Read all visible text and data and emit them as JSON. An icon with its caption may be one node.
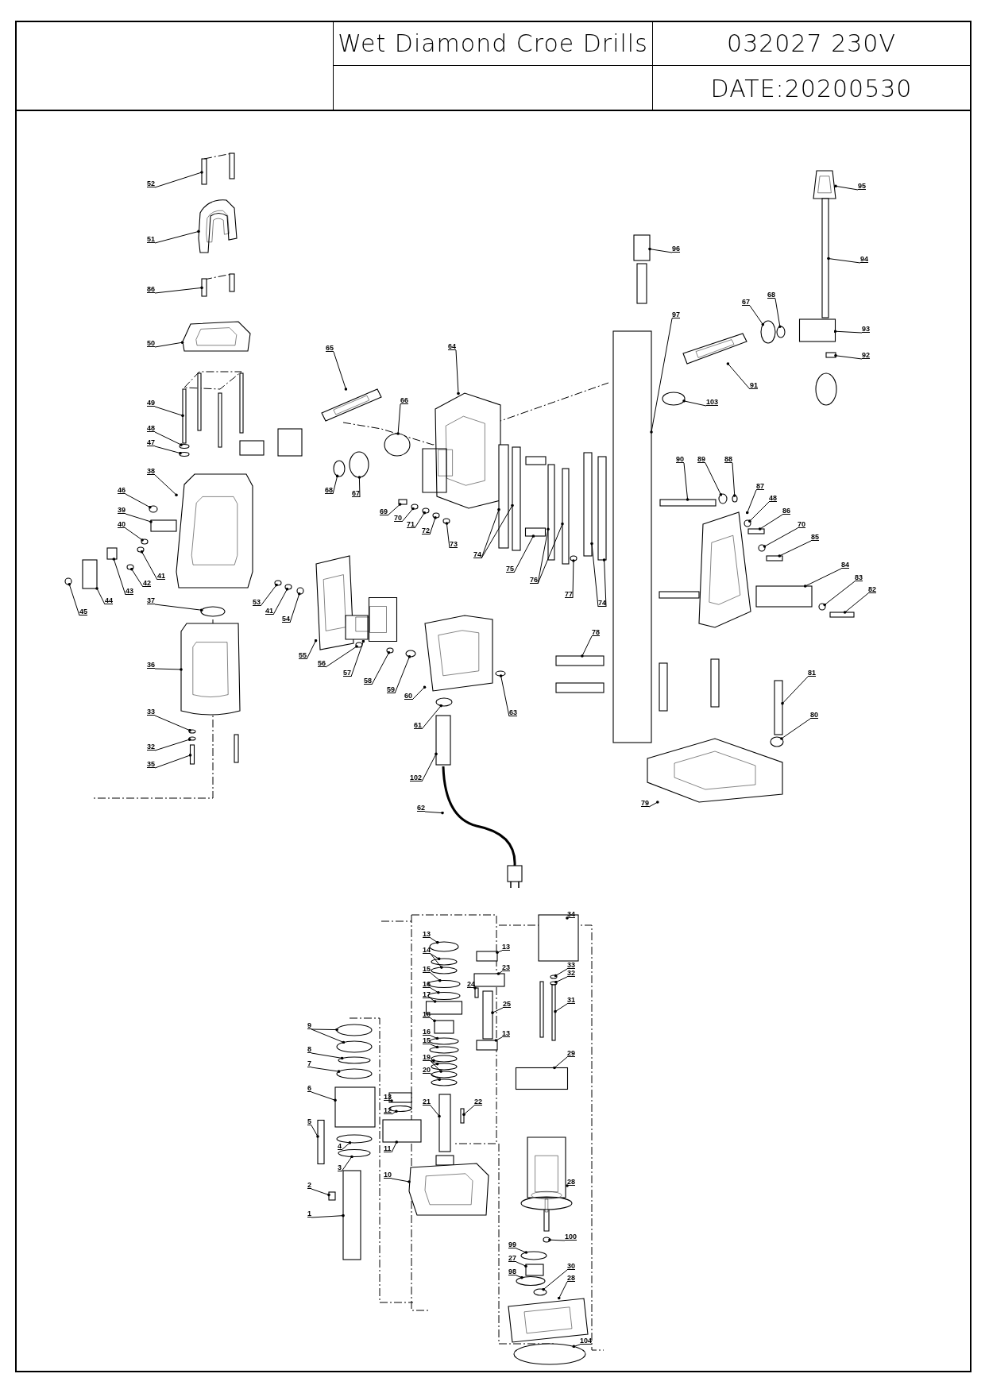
{
  "diagram": {
    "title": "Wet Diamond Croe Drills",
    "nodes": [
      {
        "text": [
          "52"
        ]
      },
      {
        "text": [
          "51"
        ]
      },
      {
        "text": [
          "86"
        ]
      },
      {
        "text": [
          "50"
        ]
      },
      {
        "text": [
          "49"
        ]
      },
      {
        "text": [
          "48"
        ]
      },
      {
        "text": [
          "47"
        ]
      },
      {
        "text": [
          "38"
        ]
      },
      {
        "text": [
          "46"
        ]
      },
      {
        "text": [
          "39"
        ]
      },
      {
        "text": [
          "40"
        ]
      },
      {
        "text": [
          "41"
        ]
      },
      {
        "text": [
          "42"
        ]
      },
      {
        "text": [
          "43"
        ]
      },
      {
        "text": [
          "44"
        ]
      },
      {
        "text": [
          "45"
        ]
      },
      {
        "text": [
          "37"
        ]
      },
      {
        "text": [
          "36"
        ]
      },
      {
        "text": [
          "33"
        ]
      },
      {
        "text": [
          "32"
        ]
      },
      {
        "text": [
          "35"
        ]
      },
      {
        "text": [
          "53"
        ]
      },
      {
        "text": [
          "41"
        ]
      },
      {
        "text": [
          "54"
        ]
      },
      {
        "text": [
          "55"
        ]
      },
      {
        "text": [
          "56"
        ]
      },
      {
        "text": [
          "57"
        ]
      },
      {
        "text": [
          "58"
        ]
      },
      {
        "text": [
          "59"
        ]
      },
      {
        "text": [
          "60"
        ]
      },
      {
        "text": [
          "61"
        ]
      },
      {
        "text": [
          "102"
        ]
      },
      {
        "text": [
          "65"
        ]
      },
      {
        "text": [
          "64"
        ]
      },
      {
        "text": [
          "66"
        ]
      },
      {
        "text": [
          "68"
        ]
      },
      {
        "text": [
          "67"
        ]
      },
      {
        "text": [
          "69"
        ]
      },
      {
        "text": [
          "70"
        ]
      },
      {
        "text": [
          "71"
        ]
      },
      {
        "text": [
          "72"
        ]
      },
      {
        "text": [
          "73"
        ]
      },
      {
        "text": [
          "74"
        ]
      },
      {
        "text": [
          "75"
        ]
      },
      {
        "text": [
          "76"
        ]
      },
      {
        "text": [
          "77"
        ]
      },
      {
        "text": [
          "74"
        ]
      },
      {
        "text": [
          "78"
        ]
      },
      {
        "text": [
          "63"
        ]
      },
      {
        "text": [
          "62"
        ]
      },
      {
        "text": [
          "79"
        ]
      },
      {
        "text": [
          "80"
        ]
      },
      {
        "text": [
          "81"
        ]
      },
      {
        "text": [
          "82"
        ]
      },
      {
        "text": [
          "83"
        ]
      },
      {
        "text": [
          "84"
        ]
      },
      {
        "text": [
          "85"
        ]
      },
      {
        "text": [
          "70"
        ]
      },
      {
        "text": [
          "86"
        ]
      },
      {
        "text": [
          "48"
        ]
      },
      {
        "text": [
          "87"
        ]
      },
      {
        "text": [
          "88"
        ]
      },
      {
        "text": [
          "89"
        ]
      },
      {
        "text": [
          "90"
        ]
      },
      {
        "text": [
          "96"
        ]
      },
      {
        "text": [
          "97"
        ]
      },
      {
        "text": [
          "95"
        ]
      },
      {
        "text": [
          "94"
        ]
      },
      {
        "text": [
          "67"
        ]
      },
      {
        "text": [
          "68"
        ]
      },
      {
        "text": [
          "93"
        ]
      },
      {
        "text": [
          "92"
        ]
      },
      {
        "text": [
          "91"
        ]
      },
      {
        "text": [
          "103"
        ]
      },
      {
        "text": [
          "9"
        ]
      },
      {
        "text": [
          "8"
        ]
      },
      {
        "text": [
          "7"
        ]
      },
      {
        "text": [
          "6"
        ]
      },
      {
        "text": [
          "5"
        ]
      },
      {
        "text": [
          "4"
        ]
      },
      {
        "text": [
          "3"
        ]
      },
      {
        "text": [
          "2"
        ]
      },
      {
        "text": [
          "1"
        ]
      },
      {
        "text": [
          "13"
        ]
      },
      {
        "text": [
          "12"
        ]
      },
      {
        "text": [
          "11"
        ]
      },
      {
        "text": [
          "10"
        ]
      },
      {
        "text": [
          "13"
        ]
      },
      {
        "text": [
          "14"
        ]
      },
      {
        "text": [
          "15"
        ]
      },
      {
        "text": [
          "16"
        ]
      },
      {
        "text": [
          "17"
        ]
      },
      {
        "text": [
          "18"
        ]
      },
      {
        "text": [
          "16"
        ]
      },
      {
        "text": [
          "15"
        ]
      },
      {
        "text": [
          "19"
        ]
      },
      {
        "text": [
          "20"
        ]
      },
      {
        "text": [
          "21"
        ]
      },
      {
        "text": [
          "22"
        ]
      },
      {
        "text": [
          "13"
        ]
      },
      {
        "text": [
          "23"
        ]
      },
      {
        "text": [
          "24"
        ]
      },
      {
        "text": [
          "25"
        ]
      },
      {
        "text": [
          "13"
        ]
      },
      {
        "text": [
          "34"
        ]
      },
      {
        "text": [
          "33"
        ]
      },
      {
        "text": [
          "32"
        ]
      },
      {
        "text": [
          "31"
        ]
      },
      {
        "text": [
          "29"
        ]
      },
      {
        "text": [
          "28"
        ]
      },
      {
        "text": [
          "100"
        ]
      },
      {
        "text": [
          "99"
        ]
      },
      {
        "text": [
          "27"
        ]
      },
      {
        "text": [
          "98"
        ]
      },
      {
        "text": [
          "30"
        ]
      },
      {
        "text": [
          "28"
        ]
      },
      {
        "text": [
          "104"
        ]
      },
      {
        "text": [],
        "shape": "box"
      },
      {
        "text": [],
        "shape": "picture"
      },
      {
        "text": [],
        "shape": "box"
      },
      {
        "text": [],
        "shape": "picture"
      },
      {
        "text": [],
        "shape": "box"
      },
      {
        "text": [],
        "shape": "circle"
      },
      {
        "text": [],
        "shape": "circle"
      },
      {
        "text": [],
        "shape": "picture"
      },
      {
        "text": [],
        "shape": "circle"
      },
      {
        "text": [],
        "shape": "box"
      },
      {
        "text": [],
        "shape": "circle"
      },
      {
        "text": [],
        "shape": "circle"
      },
      {
        "text": [],
        "shape": "circle"
      },
      {
        "text": [],
        "shape": "box"
      },
      {
        "text": [],
        "shape": "box"
      },
      {
        "text": [],
        "shape": "circle"
      },
      {
        "text": [],
        "shape": "circle"
      },
      {
        "text": [],
        "shape": "picture"
      },
      {
        "text": [],
        "shape": "circle"
      },
      {
        "text": [],
        "shape": "circle"
      },
      {
        "text": [],
        "shape": "box"
      },
      {
        "text": [],
        "shape": "circle"
      },
      {
        "text": [],
        "shape": "circle"
      },
      {
        "text": [],
        "shape": "circle"
      },
      {
        "text": [],
        "shape": "picture"
      },
      {
        "text": [],
        "shape": "circle"
      },
      {
        "text": [],
        "shape": "picture"
      },
      {
        "text": [],
        "shape": "circle"
      },
      {
        "text": [],
        "shape": "circle"
      },
      {
        "text": [],
        "shape": "picture"
      },
      {
        "text": [],
        "shape": "circle"
      },
      {
        "text": [],
        "shape": "box"
      },
      {
        "text": [],
        "shape": "picture"
      },
      {
        "text": [],
        "shape": "picture"
      },
      {
        "text": [],
        "shape": "circle"
      },
      {
        "text": [],
        "shape": "circle"
      },
      {
        "text": [],
        "shape": "circle"
      },
      {
        "text": [],
        "shape": "box"
      },
      {
        "text": [],
        "shape": "circle"
      },
      {
        "text": [],
        "shape": "circle"
      },
      {
        "text": [],
        "shape": "circle"
      },
      {
        "text": [],
        "shape": "circle"
      },
      {
        "text": [],
        "shape": "box"
      },
      {
        "text": [],
        "shape": "box"
      },
      {
        "text": [],
        "shape": "box"
      },
      {
        "text": [],
        "shape": "box"
      },
      {
        "text": [],
        "shape": "box"
      },
      {
        "text": [],
        "shape": "circle"
      },
      {
        "text": [],
        "shape": "box"
      },
      {
        "text": [],
        "shape": "box"
      },
      {
        "text": [],
        "shape": "box"
      },
      {
        "text": [],
        "shape": "circle"
      },
      {
        "text": [],
        "shape": "picture"
      },
      {
        "text": [],
        "shape": "picture"
      },
      {
        "text": [],
        "shape": "circle"
      },
      {
        "text": [],
        "shape": "box"
      },
      {
        "text": [],
        "shape": "box"
      },
      {
        "text": [],
        "shape": "circle"
      },
      {
        "text": [],
        "shape": "box"
      },
      {
        "text": [],
        "shape": "box"
      },
      {
        "text": [],
        "shape": "circle"
      },
      {
        "text": [],
        "shape": "box"
      },
      {
        "text": [],
        "shape": "circle"
      },
      {
        "text": [],
        "shape": "picture"
      },
      {
        "text": [],
        "shape": "circle"
      },
      {
        "text": [],
        "shape": "circle"
      },
      {
        "text": [],
        "shape": "box"
      },
      {
        "text": [],
        "shape": "box"
      },
      {
        "text": [],
        "shape": "box"
      },
      {
        "text": [],
        "shape": "picture"
      },
      {
        "text": [],
        "shape": "box"
      },
      {
        "text": [],
        "shape": "circle"
      },
      {
        "text": [],
        "shape": "circle"
      },
      {
        "text": [],
        "shape": "box"
      },
      {
        "text": [],
        "shape": "box"
      },
      {
        "text": [],
        "shape": "picture"
      },
      {
        "text": [],
        "shape": "circle"
      },
      {
        "text": [],
        "shape": "circle"
      },
      {
        "text": [],
        "shape": "circle"
      },
      {
        "text": [],
        "shape": "circle"
      },
      {
        "text": [],
        "shape": "circle"
      },
      {
        "text": [],
        "shape": "box"
      },
      {
        "text": [],
        "shape": "box"
      },
      {
        "text": [],
        "shape": "circle"
      },
      {
        "text": [],
        "shape": "circle"
      },
      {
        "text": [],
        "shape": "box"
      },
      {
        "text": [],
        "shape": "box"
      },
      {
        "text": [],
        "shape": "box"
      },
      {
        "text": [],
        "shape": "circle"
      },
      {
        "text": [],
        "shape": "box"
      },
      {
        "text": [],
        "shape": "picture"
      },
      {
        "text": [],
        "shape": "circle"
      },
      {
        "text": [],
        "shape": "circle"
      },
      {
        "text": [],
        "shape": "circle"
      },
      {
        "text": [],
        "shape": "circle"
      },
      {
        "text": [],
        "shape": "circle"
      },
      {
        "text": [],
        "shape": "box"
      },
      {
        "text": [],
        "shape": "box"
      },
      {
        "text": [],
        "shape": "circle"
      },
      {
        "text": [],
        "shape": "circle"
      },
      {
        "text": [],
        "shape": "circle"
      },
      {
        "text": [],
        "shape": "circle"
      },
      {
        "text": [],
        "shape": "circle"
      },
      {
        "text": [],
        "shape": "circle"
      },
      {
        "text": [],
        "shape": "box"
      },
      {
        "text": [],
        "shape": "box"
      },
      {
        "text": [],
        "shape": "box"
      },
      {
        "text": [],
        "shape": "box"
      },
      {
        "text": [],
        "shape": "box"
      },
      {
        "text": [],
        "shape": "box"
      },
      {
        "text": [],
        "shape": "box"
      },
      {
        "text": [],
        "shape": "box"
      },
      {
        "text": [],
        "shape": "circle"
      },
      {
        "text": [],
        "shape": "circle"
      },
      {
        "text": [],
        "shape": "box"
      },
      {
        "text": [],
        "shape": "box"
      },
      {
        "text": [],
        "shape": "picture"
      },
      {
        "text": [],
        "shape": "circle"
      },
      {
        "text": [],
        "shape": "circle"
      },
      {
        "text": [],
        "shape": "box"
      },
      {
        "text": [],
        "shape": "circle"
      },
      {
        "text": [],
        "shape": "circle"
      },
      {
        "text": [],
        "shape": "picture"
      },
      {
        "text": [],
        "shape": "circle"
      }
    ],
    "edges": [
      {
        "from": 0,
        "to": 117,
        "arrow": "other"
      },
      {
        "from": 1,
        "to": 118,
        "arrow": "other"
      },
      {
        "from": 2,
        "to": 119,
        "arrow": "other"
      },
      {
        "from": 3,
        "to": 120,
        "arrow": "other"
      },
      {
        "from": 4,
        "to": 121,
        "arrow": "other"
      },
      {
        "from": 5,
        "to": 122,
        "arrow": "other"
      },
      {
        "from": 6,
        "to": 123,
        "arrow": "other"
      },
      {
        "from": 7,
        "to": 124,
        "arrow": "other"
      },
      {
        "from": 8,
        "to": 125,
        "arrow": "other"
      },
      {
        "from": 9,
        "to": 126,
        "arrow": "other"
      },
      {
        "from": 10,
        "to": 127,
        "arrow": "other"
      },
      {
        "from": 11,
        "to": 128,
        "arrow": "other"
      },
      {
        "from": 12,
        "to": 129,
        "arrow": "other"
      },
      {
        "from": 13,
        "to": 130,
        "arrow": "other"
      },
      {
        "from": 14,
        "to": 131,
        "arrow": "other"
      },
      {
        "from": 15,
        "to": 132,
        "arrow": "other"
      },
      {
        "from": 16,
        "to": 133,
        "arrow": "other"
      },
      {
        "from": 17,
        "to": 134,
        "arrow": "other"
      },
      {
        "from": 18,
        "to": 135,
        "arrow": "other"
      },
      {
        "from": 19,
        "to": 136,
        "arrow": "other"
      },
      {
        "from": 20,
        "to": 137,
        "arrow": "other"
      },
      {
        "from": 21,
        "to": 138,
        "arrow": "other"
      },
      {
        "from": 22,
        "to": 139,
        "arrow": "other"
      },
      {
        "from": 23,
        "to": 140,
        "arrow": "other"
      },
      {
        "from": 24,
        "to": 141,
        "arrow": "other"
      },
      {
        "from": 25,
        "to": 142,
        "arrow": "other"
      },
      {
        "from": 26,
        "to": 143,
        "arrow": "other"
      },
      {
        "from": 27,
        "to": 144,
        "arrow": "other"
      },
      {
        "from": 28,
        "to": 145,
        "arrow": "other"
      },
      {
        "from": 29,
        "to": 146,
        "arrow": "other"
      },
      {
        "from": 30,
        "to": 147,
        "arrow": "other"
      },
      {
        "from": 31,
        "to": 148,
        "arrow": "other"
      },
      {
        "from": 32,
        "to": 149,
        "arrow": "other"
      },
      {
        "from": 33,
        "to": 150,
        "arrow": "other"
      },
      {
        "from": 34,
        "to": 151,
        "arrow": "other"
      },
      {
        "from": 35,
        "to": 152,
        "arrow": "other"
      },
      {
        "from": 36,
        "to": 153,
        "arrow": "other"
      },
      {
        "from": 37,
        "to": 154,
        "arrow": "other"
      },
      {
        "from": 38,
        "to": 155,
        "arrow": "other"
      },
      {
        "from": 39,
        "to": 156,
        "arrow": "other"
      },
      {
        "from": 40,
        "to": 157,
        "arrow": "other"
      },
      {
        "from": 41,
        "to": 158,
        "arrow": "other"
      },
      {
        "from": 42,
        "to": 159,
        "arrow": "other"
      },
      {
        "from": 42,
        "to": 160,
        "arrow": "other"
      },
      {
        "from": 43,
        "to": 161,
        "arrow": "other"
      },
      {
        "from": 44,
        "to": 162,
        "arrow": "other"
      },
      {
        "from": 44,
        "to": 163,
        "arrow": "other"
      },
      {
        "from": 45,
        "to": 164,
        "arrow": "other"
      },
      {
        "from": 46,
        "to": 165,
        "arrow": "other"
      },
      {
        "from": 46,
        "to": 166,
        "arrow": "other"
      },
      {
        "from": 47,
        "to": 167,
        "arrow": "other"
      },
      {
        "from": 48,
        "to": 168,
        "arrow": "other"
      },
      {
        "from": 49,
        "to": 169,
        "arrow": "other"
      },
      {
        "from": 50,
        "to": 170,
        "arrow": "other"
      },
      {
        "from": 51,
        "to": 171,
        "arrow": "other"
      },
      {
        "from": 52,
        "to": 172,
        "arrow": "other"
      },
      {
        "from": 53,
        "to": 173,
        "arrow": "other"
      },
      {
        "from": 54,
        "to": 174,
        "arrow": "other"
      },
      {
        "from": 55,
        "to": 175,
        "arrow": "other"
      },
      {
        "from": 56,
        "to": 176,
        "arrow": "other"
      },
      {
        "from": 57,
        "to": 177,
        "arrow": "other"
      },
      {
        "from": 58,
        "to": 178,
        "arrow": "other"
      },
      {
        "from": 59,
        "to": 179,
        "arrow": "other"
      },
      {
        "from": 60,
        "to": 180,
        "arrow": "other"
      },
      {
        "from": 61,
        "to": 181,
        "arrow": "other"
      },
      {
        "from": 62,
        "to": 182,
        "arrow": "other"
      },
      {
        "from": 63,
        "to": 183,
        "arrow": "other"
      },
      {
        "from": 64,
        "to": 184,
        "arrow": "other"
      },
      {
        "from": 65,
        "to": 185,
        "arrow": "other"
      },
      {
        "from": 66,
        "to": 186,
        "arrow": "other"
      },
      {
        "from": 67,
        "to": 187,
        "arrow": "other"
      },
      {
        "from": 68,
        "to": 188,
        "arrow": "other"
      },
      {
        "from": 69,
        "to": 189,
        "arrow": "other"
      },
      {
        "from": 70,
        "to": 190,
        "arrow": "other"
      },
      {
        "from": 71,
        "to": 191,
        "arrow": "other"
      },
      {
        "from": 72,
        "to": 192,
        "arrow": "other"
      },
      {
        "from": 73,
        "to": 193,
        "arrow": "other"
      },
      {
        "from": 74,
        "to": 194,
        "arrow": "other"
      },
      {
        "from": 74,
        "to": 195,
        "arrow": "other"
      },
      {
        "from": 75,
        "to": 196,
        "arrow": "other"
      },
      {
        "from": 76,
        "to": 197,
        "arrow": "other"
      },
      {
        "from": 77,
        "to": 198,
        "arrow": "other"
      },
      {
        "from": 78,
        "to": 199,
        "arrow": "other"
      },
      {
        "from": 79,
        "to": 200,
        "arrow": "other"
      },
      {
        "from": 80,
        "to": 201,
        "arrow": "other"
      },
      {
        "from": 81,
        "to": 202,
        "arrow": "other"
      },
      {
        "from": 82,
        "to": 203,
        "arrow": "other"
      },
      {
        "from": 83,
        "to": 204,
        "arrow": "other"
      },
      {
        "from": 84,
        "to": 205,
        "arrow": "other"
      },
      {
        "from": 85,
        "to": 206,
        "arrow": "other"
      },
      {
        "from": 86,
        "to": 207,
        "arrow": "other"
      },
      {
        "from": 87,
        "to": 208,
        "arrow": "other"
      },
      {
        "from": 88,
        "to": 209,
        "arrow": "other"
      },
      {
        "from": 88,
        "to": 210,
        "arrow": "other"
      },
      {
        "from": 89,
        "to": 211,
        "arrow": "other"
      },
      {
        "from": 90,
        "to": 212,
        "arrow": "other"
      },
      {
        "from": 91,
        "to": 213,
        "arrow": "other"
      },
      {
        "from": 92,
        "to": 214,
        "arrow": "other"
      },
      {
        "from": 93,
        "to": 215,
        "arrow": "other"
      },
      {
        "from": 94,
        "to": 216,
        "arrow": "other"
      },
      {
        "from": 95,
        "to": 217,
        "arrow": "other"
      },
      {
        "from": 95,
        "to": 218,
        "arrow": "other"
      },
      {
        "from": 95,
        "to": 219,
        "arrow": "other"
      },
      {
        "from": 96,
        "to": 220,
        "arrow": "other"
      },
      {
        "from": 97,
        "to": 221,
        "arrow": "other"
      },
      {
        "from": 98,
        "to": 222,
        "arrow": "other"
      },
      {
        "from": 99,
        "to": 223,
        "arrow": "other"
      },
      {
        "from": 100,
        "to": 224,
        "arrow": "other"
      },
      {
        "from": 101,
        "to": 225,
        "arrow": "other"
      },
      {
        "from": 102,
        "to": 226,
        "arrow": "other"
      },
      {
        "from": 103,
        "to": 227,
        "arrow": "other"
      },
      {
        "from": 104,
        "to": 228,
        "arrow": "other"
      },
      {
        "from": 105,
        "to": 229,
        "arrow": "other"
      },
      {
        "from": 106,
        "to": 230,
        "arrow": "other"
      },
      {
        "from": 107,
        "to": 231,
        "arrow": "other"
      },
      {
        "from": 108,
        "to": 232,
        "arrow": "other"
      },
      {
        "from": 109,
        "to": 233,
        "arrow": "other"
      },
      {
        "from": 110,
        "to": 234,
        "arrow": "other"
      },
      {
        "from": 111,
        "to": 235,
        "arrow": "other"
      },
      {
        "from": 112,
        "to": 236,
        "arrow": "other"
      },
      {
        "from": 113,
        "to": 237,
        "arrow": "other"
      },
      {
        "from": 114,
        "to": 238,
        "arrow": "other"
      },
      {
        "from": 115,
        "to": 239,
        "arrow": "other"
      },
      {
        "from": 116,
        "to": 240,
        "arrow": "other"
      }
    ],
    "labels": [
      "032027 230V",
      "DATE:20200530"
    ]
  }
}
